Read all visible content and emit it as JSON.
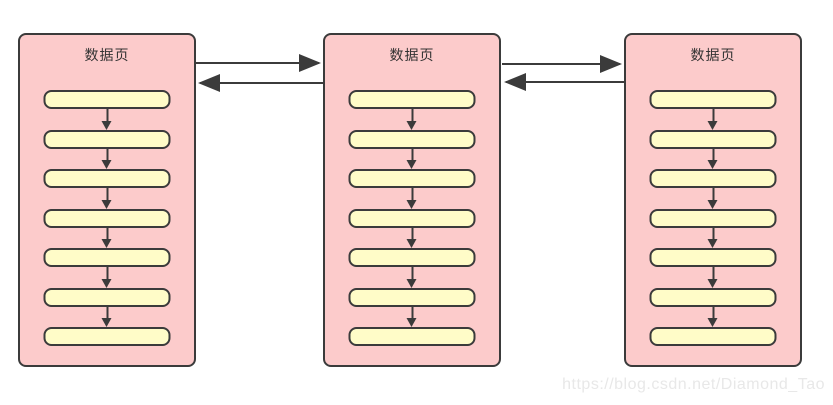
{
  "diagram": {
    "description": "doubly-linked list of data pages, each page holding a chain of record slots",
    "pages": [
      {
        "title": "数据页"
      },
      {
        "title": "数据页"
      },
      {
        "title": "数据页"
      }
    ],
    "slots_per_page": 7,
    "links": [
      {
        "from": "page-1",
        "to": "page-2",
        "direction": "bidirectional"
      },
      {
        "from": "page-2",
        "to": "page-3",
        "direction": "bidirectional"
      }
    ],
    "colors": {
      "page_fill": "#FCCBCB",
      "slot_fill": "#FFFCC8",
      "stroke": "#3B3B3B",
      "title_text": "#333333",
      "watermark_text": "#E8E8E8"
    }
  },
  "watermark": {
    "text": "https://blog.csdn.net/Diamond_Tao"
  }
}
